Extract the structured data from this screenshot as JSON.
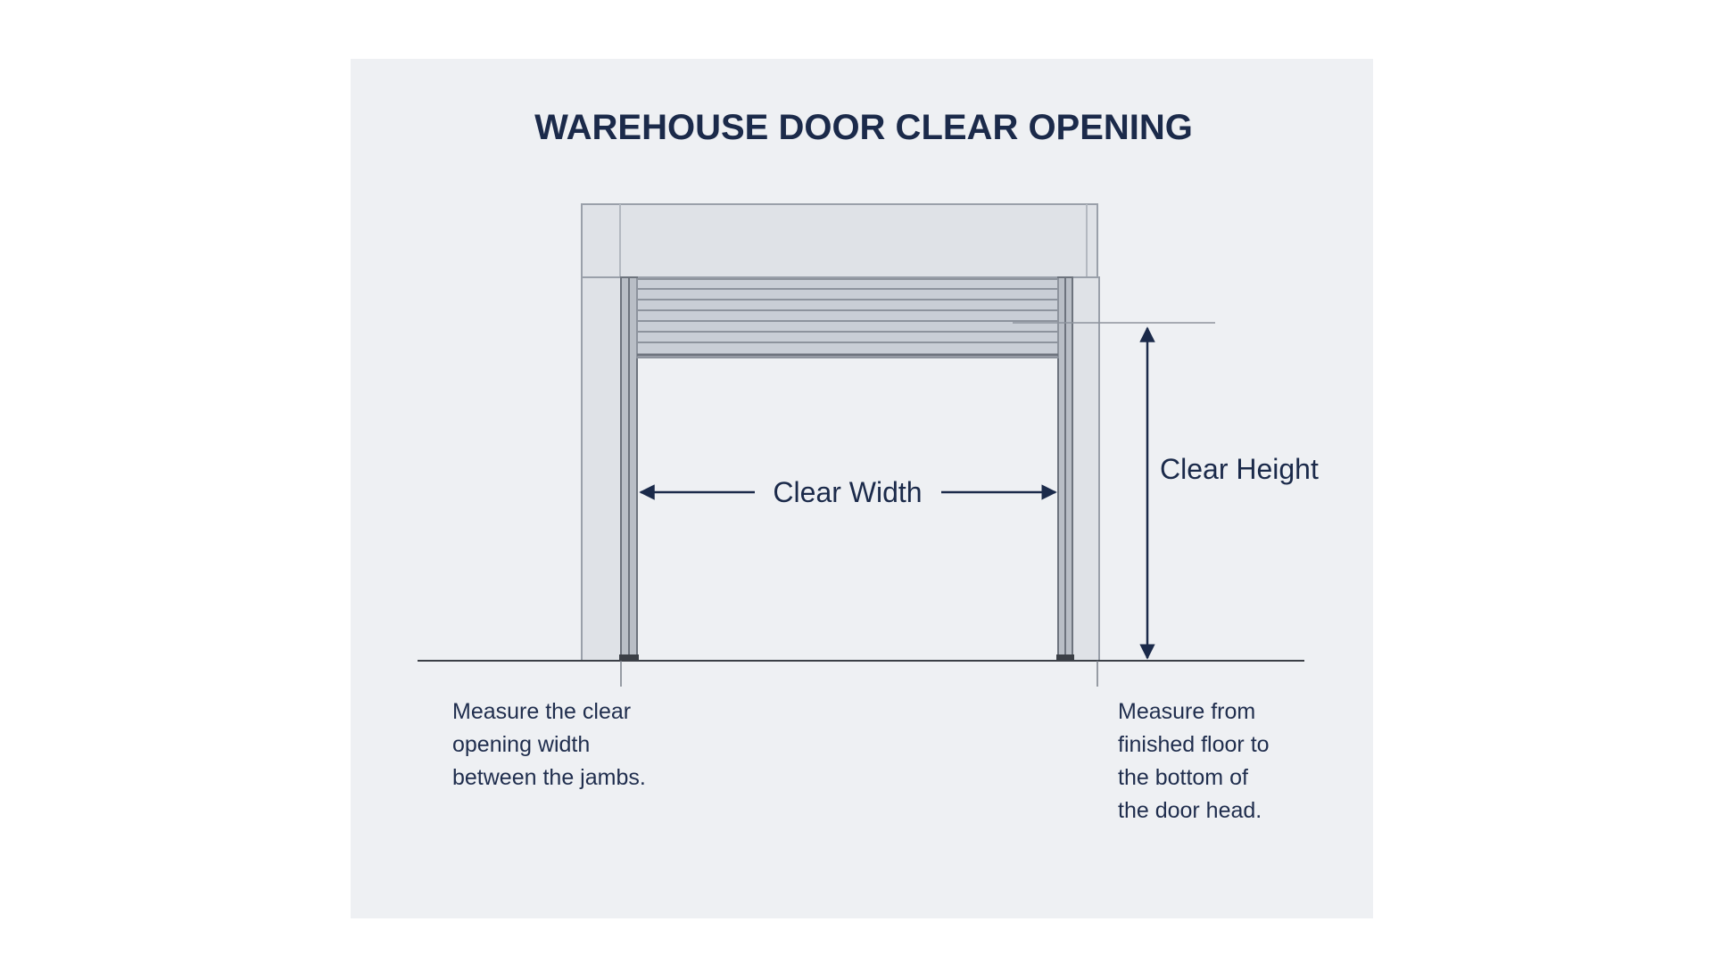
{
  "diagram": {
    "title": "WAREHOUSE DOOR CLEAR OPENING",
    "width_label": "Clear Width",
    "height_label": "Clear Height",
    "width_note": [
      "Measure the clear",
      "opening width",
      "between the jambs."
    ],
    "height_note": [
      "Measure from",
      "finished floor to",
      "the bottom of",
      "the door head."
    ]
  },
  "colors": {
    "panel_bg": "#eef0f3",
    "frame_fill": "#dfe2e7",
    "frame_stroke": "#9aa0aa",
    "jamb_dark": "#6d737d",
    "slat_fill": "#c9ced6",
    "slat_line": "#8d939d",
    "arrow": "#1b2a4a",
    "floor": "#3b3f46"
  }
}
